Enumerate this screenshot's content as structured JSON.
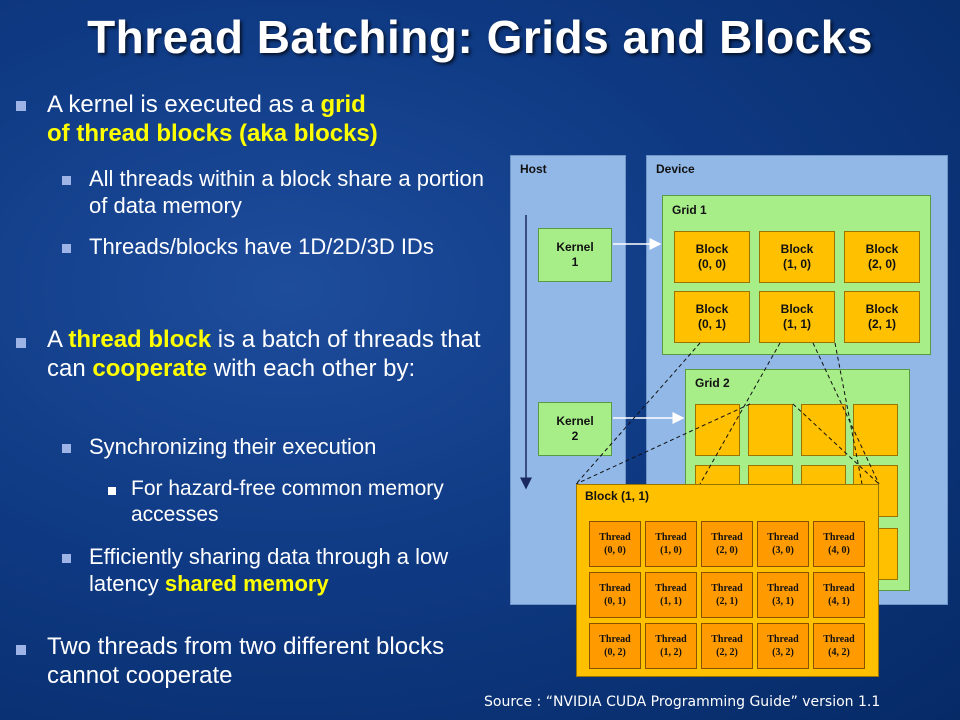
{
  "title": "Thread Batching: Grids and Blocks",
  "bullets": {
    "b1_pre": "A kernel is executed as a ",
    "b1_hl1": "grid",
    "b1_hl2": "of thread blocks  (aka blocks)",
    "b1_s1": "All threads within a block share a portion of data memory",
    "b1_s2": "Threads/blocks have 1D/2D/3D IDs",
    "b2_a": "A ",
    "b2_hl1": "thread block",
    "b2_b": " is a batch of threads that can ",
    "b2_hl2": "cooperate",
    "b2_c": " with each other by:",
    "b2_s1": "Synchronizing their execution",
    "b2_s1a": "For hazard-free common memory accesses",
    "b2_s2_pre": "Efficiently sharing data through a low latency ",
    "b2_s2_hl": "shared memory",
    "b3": "Two threads from two different blocks cannot cooperate"
  },
  "diagram": {
    "host_label": "Host",
    "device_label": "Device",
    "kernel1": [
      "Kernel",
      "1"
    ],
    "kernel2": [
      "Kernel",
      "2"
    ],
    "grid1_label": "Grid 1",
    "grid2_label": "Grid 2",
    "grid1_blocks": [
      [
        "Block",
        "(0, 0)"
      ],
      [
        "Block",
        "(1, 0)"
      ],
      [
        "Block",
        "(2, 0)"
      ],
      [
        "Block",
        "(0, 1)"
      ],
      [
        "Block",
        "(1, 1)"
      ],
      [
        "Block",
        "(2, 1)"
      ]
    ],
    "zoom_block_label": "Block (1, 1)",
    "threads": [
      [
        "Thread",
        "(0, 0)"
      ],
      [
        "Thread",
        "(1, 0)"
      ],
      [
        "Thread",
        "(2, 0)"
      ],
      [
        "Thread",
        "(3, 0)"
      ],
      [
        "Thread",
        "(4, 0)"
      ],
      [
        "Thread",
        "(0, 1)"
      ],
      [
        "Thread",
        "(1, 1)"
      ],
      [
        "Thread",
        "(2, 1)"
      ],
      [
        "Thread",
        "(3, 1)"
      ],
      [
        "Thread",
        "(4, 1)"
      ],
      [
        "Thread",
        "(0, 2)"
      ],
      [
        "Thread",
        "(1, 2)"
      ],
      [
        "Thread",
        "(2, 2)"
      ],
      [
        "Thread",
        "(3, 2)"
      ],
      [
        "Thread",
        "(4, 2)"
      ]
    ]
  },
  "source": "Source : “NVIDIA CUDA Programming Guide” version 1.1"
}
